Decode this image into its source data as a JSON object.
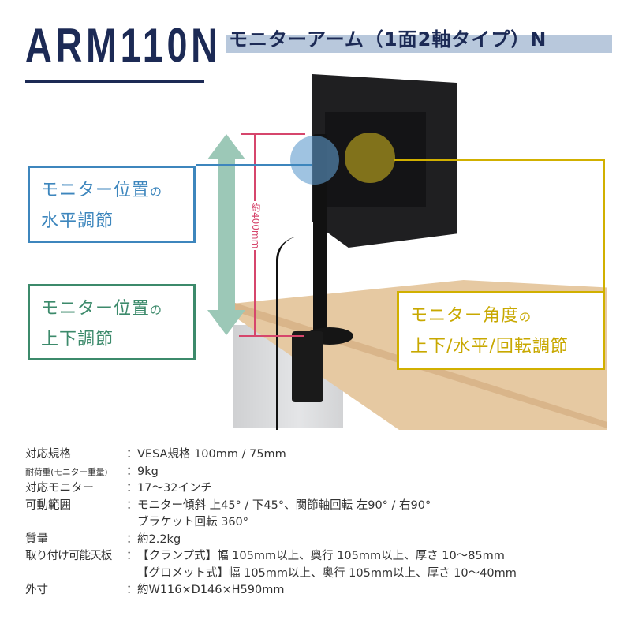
{
  "header": {
    "model": "ARM110N",
    "subtitle": "モニターアーム（1面2軸タイプ）N"
  },
  "diagram": {
    "measure_label": "約400mm",
    "callouts": {
      "horizontal": {
        "line1": "モニター位置",
        "no": "の",
        "line2": "水平調節",
        "color": "#3d86bd"
      },
      "vertical": {
        "line1": "モニター位置",
        "no": "の",
        "line2": "上下調節",
        "color": "#3c8a6b"
      },
      "angle": {
        "line1": "モニター角度",
        "no": "の",
        "line2": "上下/水平/回転調節",
        "color": "#d1b000"
      }
    }
  },
  "specs": {
    "separator": "：",
    "rows": [
      {
        "label": "対応規格",
        "values": [
          "VESA規格 100mm / 75mm"
        ]
      },
      {
        "label": "耐荷重(モニター重量)",
        "values": [
          "9kg"
        ]
      },
      {
        "label": "対応モニター",
        "values": [
          "17〜32インチ"
        ]
      },
      {
        "label": "可動範囲",
        "values": [
          "モニター傾斜 上45° / 下45°、関節軸回転 左90° / 右90°",
          "ブラケット回転 360°"
        ]
      },
      {
        "label": "質量",
        "values": [
          "約2.2kg"
        ]
      },
      {
        "label": "取り付け可能天板",
        "values": [
          "【クランプ式】幅 105mm以上、奥行 105mm以上、厚さ 10〜85mm",
          "【グロメット式】幅 105mm以上、奥行 105mm以上、厚さ 10〜40mm"
        ]
      },
      {
        "label": "外寸",
        "values": [
          "約W116×D146×H590mm"
        ]
      }
    ]
  }
}
